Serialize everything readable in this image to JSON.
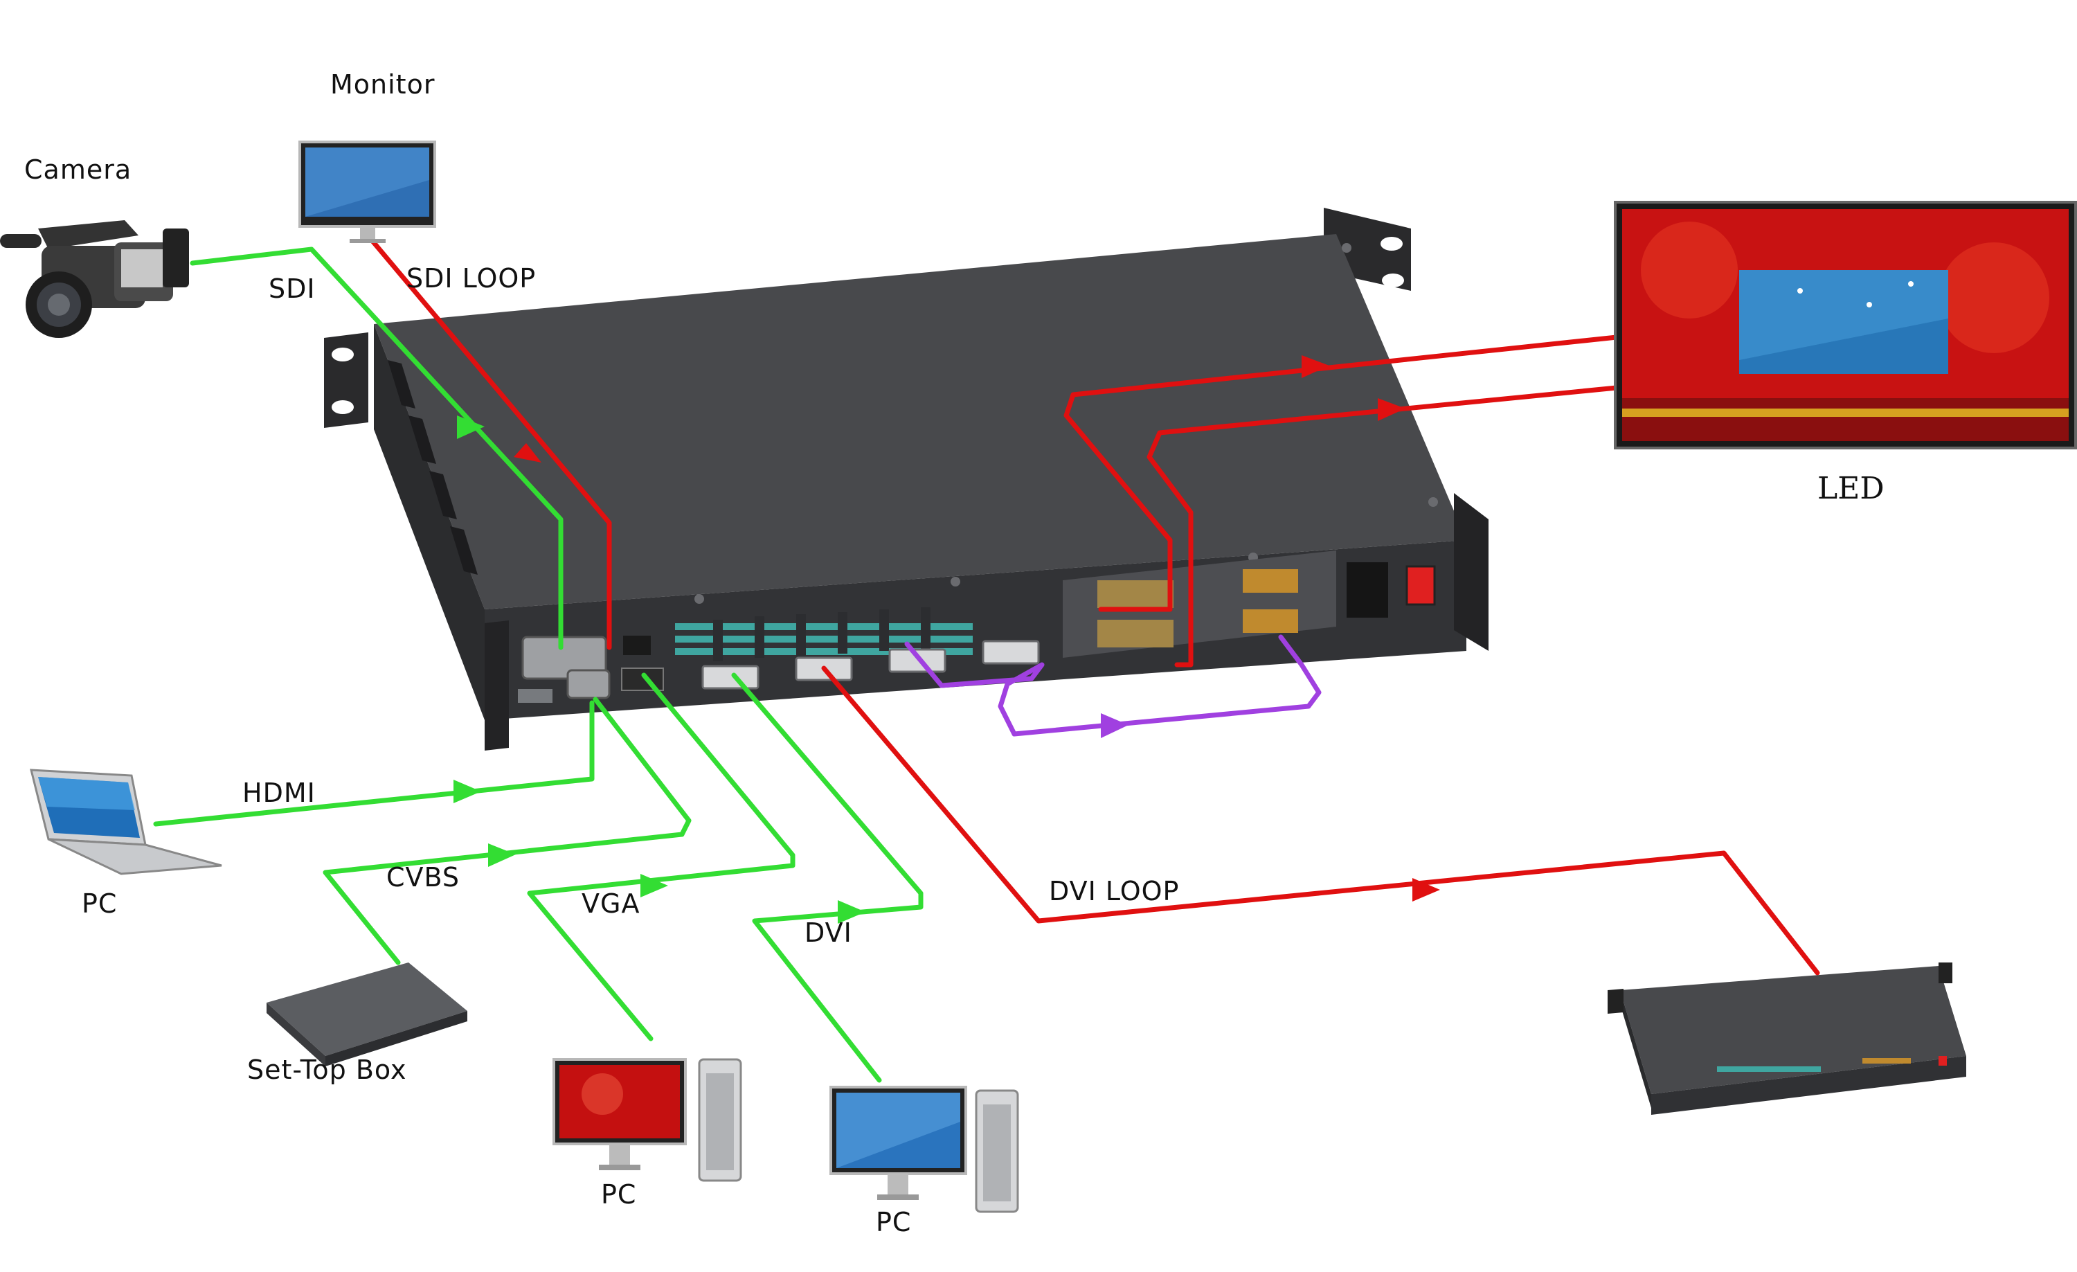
{
  "devices": {
    "camera": "Camera",
    "monitor": "Monitor",
    "led": "LED",
    "pc_laptop": "PC",
    "set_top_box": "Set-Top Box",
    "pc_vga": "PC",
    "pc_dvi": "PC"
  },
  "connections": {
    "sdi": "SDI",
    "sdi_loop": "SDI LOOP",
    "hdmi": "HDMI",
    "cvbs": "CVBS",
    "vga": "VGA",
    "dvi": "DVI",
    "dvi_loop": "DVI LOOP"
  },
  "colors": {
    "input_cable": "#33dd33",
    "output_cable": "#e01010",
    "link_cable": "#a040e0",
    "chassis": "#3e3f42"
  }
}
